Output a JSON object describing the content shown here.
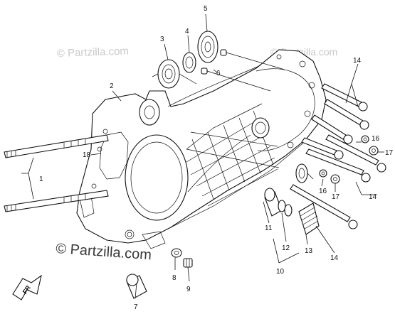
{
  "diagram": {
    "callouts": {
      "c1": "1",
      "c2": "2",
      "c3": "3",
      "c4": "4",
      "c5": "5",
      "c6": "6",
      "c7": "7",
      "c8": "8",
      "c9": "9",
      "c10": "10",
      "c11": "11",
      "c12": "12",
      "c13": "13",
      "c14a": "14",
      "c14b": "14",
      "c14c": "14",
      "c16a": "16",
      "c16b": "16",
      "c17a": "17",
      "c17b": "17",
      "c18": "18"
    },
    "watermarks": {
      "top": "© Partzilla.com",
      "right": "© Partzilla.com",
      "bottom": "© Partzilla.com"
    },
    "front_badge": "FR"
  }
}
